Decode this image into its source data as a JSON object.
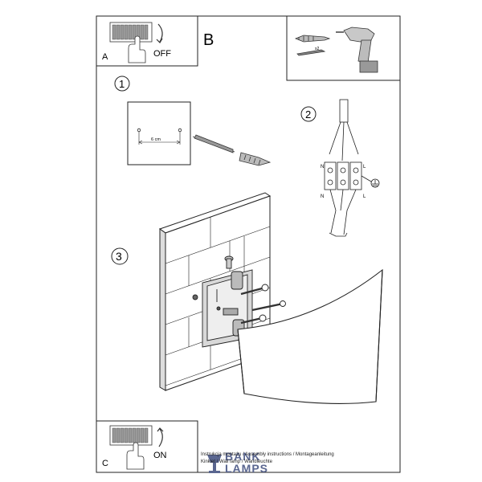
{
  "panels": {
    "a": {
      "letter": "A",
      "state": "OFF"
    },
    "b": {
      "letter": "B",
      "quantity": "x2"
    },
    "c": {
      "letter": "C",
      "state": "ON"
    }
  },
  "steps": {
    "one": "1",
    "two": "2",
    "three": "3"
  },
  "step1": {
    "distance": "6 cm"
  },
  "wiring": {
    "top": [
      "N",
      "L"
    ],
    "bottom": [
      "N",
      "L"
    ]
  },
  "footer": {
    "line1": "Instrukcja montażu / Assembly instructions / Montageanleitung",
    "line2": "Kinkiet / Wall lamp / Wandleuchte",
    "brand_line1": "BANK",
    "brand_line2": "LAMPS"
  },
  "colors": {
    "line": "#222222",
    "brand": "#5a6690"
  }
}
